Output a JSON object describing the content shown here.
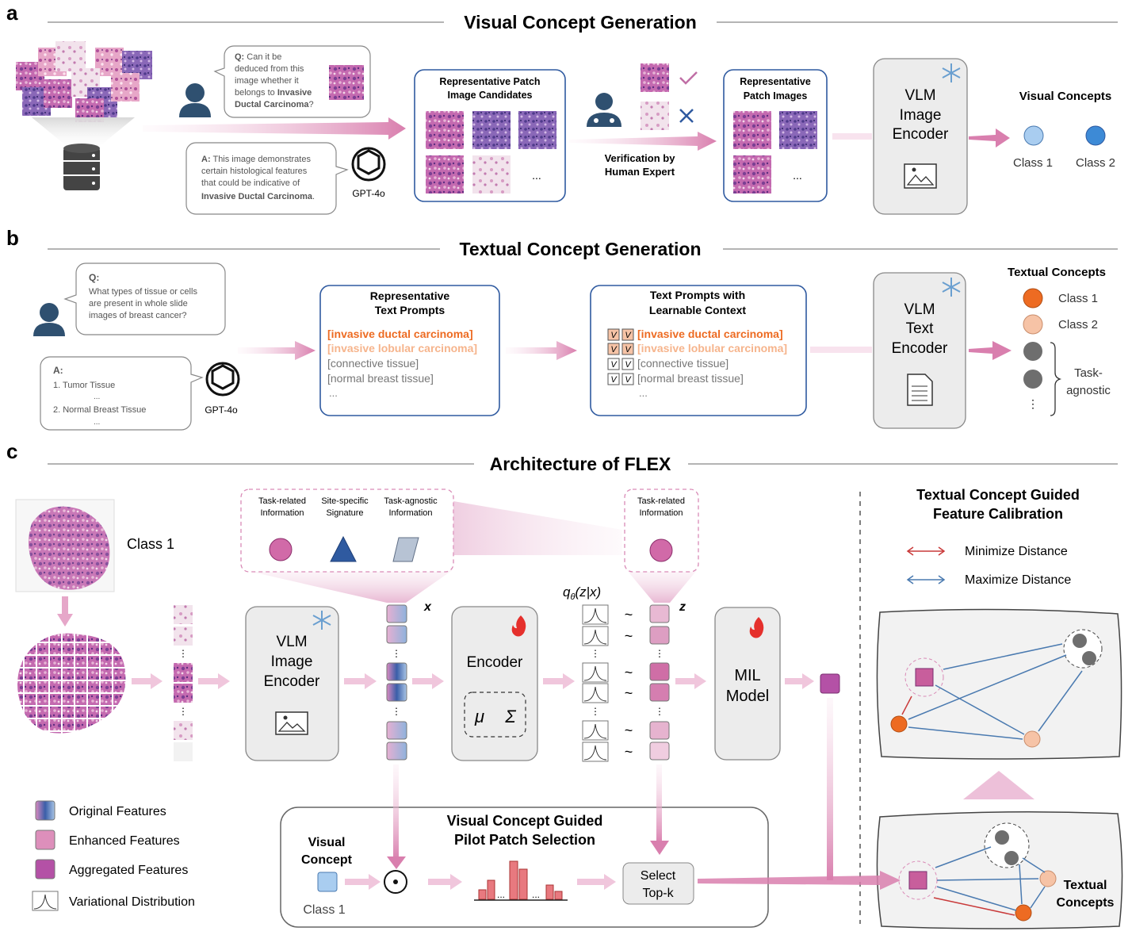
{
  "panel_a": {
    "letter": "a",
    "title": "Visual Concept Generation",
    "q_prefix": "Q:",
    "q_lines": [
      "Can it be",
      "deduced from this",
      "image whether it",
      "belongs to "
    ],
    "q_bold1": "Invasive",
    "q_bold2": "Ductal Carcinoma",
    "q_suffix": "?",
    "a_prefix": "A:",
    "a_lines": [
      "This image demonstrates",
      "certain histological features",
      "that could be indicative of"
    ],
    "a_bold": "Invasive Ductal Carcinoma",
    "a_suffix": ".",
    "gpt_label": "GPT-4o",
    "candidates_title1": "Representative Patch",
    "candidates_title2": "Image Candidates",
    "ellipsis": "...",
    "verification1": "Verification by",
    "verification2": "Human Expert",
    "patch_title1": "Representative",
    "patch_title2": "Patch Images",
    "encoder1": "VLM",
    "encoder2": "Image",
    "encoder3": "Encoder",
    "concepts_title": "Visual Concepts",
    "class1": "Class 1",
    "class2": "Class 2"
  },
  "panel_b": {
    "letter": "b",
    "title": "Textual Concept Generation",
    "q_prefix": "Q:",
    "q_lines": [
      "What types of tissue or cells",
      "are present in whole slide",
      "images of breast cancer?"
    ],
    "a_prefix": "A:",
    "a_item1": "1. Tumor Tissue",
    "a_dots1": "...",
    "a_item2": "2. Normal Breast Tissue",
    "a_dots2": "...",
    "gpt_label": "GPT-4o",
    "prompts_title1": "Representative",
    "prompts_title2": "Text Prompts",
    "prompt1": "[invasive ductal carcinoma]",
    "prompt2": "[invasive lobular carcinoma]",
    "prompt3": "[connective tissue]",
    "prompt4": "[normal breast tissue]",
    "prompt_dots": "...",
    "learn_title1": "Text Prompts with",
    "learn_title2": "Learnable Context",
    "v_token": "V",
    "encoder1": "VLM",
    "encoder2": "Text",
    "encoder3": "Encoder",
    "concepts_title": "Textual Concepts",
    "class1": "Class 1",
    "class2": "Class 2",
    "agnostic1": "Task-",
    "agnostic2": "agnostic",
    "vdots": "⋮"
  },
  "panel_c": {
    "letter": "c",
    "title": "Architecture of FLEX",
    "class1": "Class 1",
    "info1a": "Task-related",
    "info1b": "Information",
    "info2a": "Site-specific",
    "info2b": "Signature",
    "info3a": "Task-agnostic",
    "info3b": "Information",
    "info4a": "Task-related",
    "info4b": "Information",
    "encoder1": "VLM",
    "encoder2": "Image",
    "encoder3": "Encoder",
    "x_label": "x",
    "z_label": "z",
    "q_label": "q",
    "q_sub": "θ",
    "q_args": "(z|x)",
    "enc_label": "Encoder",
    "mu": "μ",
    "sigma": "Σ",
    "tilde": "~",
    "mil1": "MIL",
    "mil2": "Model",
    "calib_title1": "Textual Concept Guided",
    "calib_title2": "Feature Calibration",
    "minimize": "Minimize Distance",
    "maximize": "Maximize Distance",
    "pilot_title1": "Visual Concept Guided",
    "pilot_title2": "Pilot Patch Selection",
    "visual1": "Visual",
    "visual2": "Concept",
    "pilot_class": "Class 1",
    "select1": "Select",
    "select2": "Top-k",
    "hist_dots": "...",
    "textual1": "Textual",
    "textual2": "Concepts",
    "legend": [
      {
        "label": "Original Features"
      },
      {
        "label": "Enhanced Features"
      },
      {
        "label": "Aggregated Features"
      },
      {
        "label": "Variational Distribution"
      }
    ]
  },
  "colors": {
    "arrow_pink": "#d97fae",
    "box_blue": "#2f5aa0",
    "orange": "#ed6b22",
    "peach": "#f6c3a6",
    "class1_blue": "#a9cdf0",
    "class2_blue": "#3d8ad6",
    "gray_dot": "#6e6e6e",
    "red_arrow": "#c93a3a",
    "blue_arrow": "#4a7ab0",
    "tissue_purple": "#9c4c9a"
  }
}
